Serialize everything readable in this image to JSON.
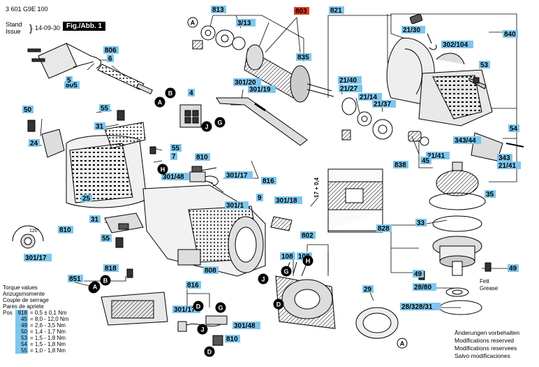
{
  "header": {
    "part_number": "3 601 G9E 100",
    "stand_label": "Stand",
    "issue_label": "Issue",
    "date": "14-09-30",
    "figure_label": "Fig./Abb. 1"
  },
  "callouts": [
    "813",
    "803",
    "821",
    "3/13",
    "21/30",
    "840",
    "806",
    "6",
    "835",
    "302/104",
    "805",
    "5",
    "53",
    "4",
    "301/20",
    "21/40",
    "301/19",
    "21/27",
    "21/14",
    "21/37",
    "50",
    "55",
    "31",
    "24",
    "55",
    "7",
    "810",
    "301/48",
    "301/17",
    "816",
    "343/44",
    "54",
    "343",
    "21/41",
    "45",
    "838",
    "21/41",
    "35",
    "25",
    "301/1",
    "9",
    "301/18",
    "31",
    "810",
    "17 + 0,4",
    "33",
    "828",
    "55",
    "301/17",
    "802",
    "108",
    "108",
    "818",
    "49",
    "49",
    "851",
    "808",
    "28/80",
    "816",
    "29",
    "301/17",
    "301/48",
    "810",
    "28/328/31"
  ],
  "letters": [
    "A",
    "A",
    "B",
    "D",
    "B",
    "G",
    "J",
    "G",
    "H",
    "H",
    "J",
    "G",
    "B",
    "A",
    "D",
    "A",
    "J",
    "D"
  ],
  "lubricant_note": {
    "line1": "Fett",
    "line2": "Grease"
  },
  "torque_table": {
    "titles": [
      "Torque values",
      "Anzugsmomente",
      "Couple de serrage",
      "Pares de apriete"
    ],
    "pos_label": "Pos",
    "rows": [
      {
        "pos": "818",
        "value": "0,5 ± 0,1 Nm"
      },
      {
        "pos": "45",
        "value": "8,0 - 12,0 Nm"
      },
      {
        "pos": "49",
        "value": "2,6 - 3,5 Nm"
      },
      {
        "pos": "50",
        "value": "1,4 - 1,7 Nm"
      },
      {
        "pos": "53",
        "value": "1,5 - 1,8 Nm"
      },
      {
        "pos": "54",
        "value": "1,5 - 1,8 Nm"
      },
      {
        "pos": "55",
        "value": "1,0 - 1,8 Nm"
      }
    ]
  },
  "notes": [
    "Änderungen vorbehalten",
    "Modifications reserved",
    "Modifications reservees",
    "Salvo modificaciones"
  ],
  "angle_label": "120°",
  "colors": {
    "label_bg": "#7fc6ec",
    "label_highlight": "#e23a2a",
    "line": "#000000"
  }
}
